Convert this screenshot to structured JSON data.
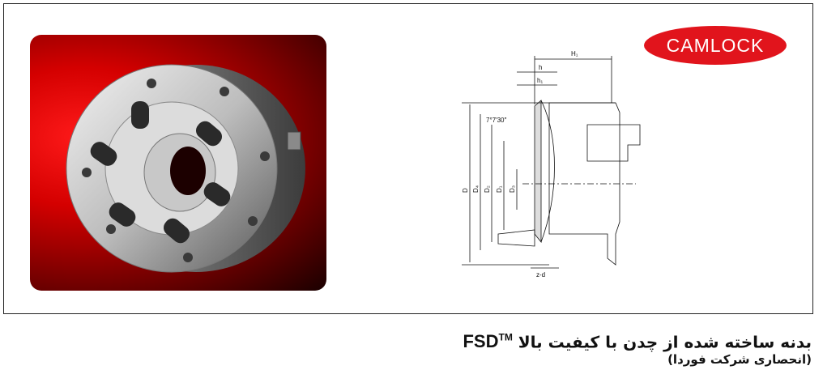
{
  "badge": {
    "label": "CAMLOCK",
    "color": "#e1141c"
  },
  "drawing": {
    "dimensions": {
      "H1": "H₁",
      "h": "h",
      "h1": "h₁",
      "angle": "7°7′30″",
      "D": "D",
      "D4": "D₄",
      "D2": "D₂",
      "D1": "D₁",
      "D3": "D₃",
      "zd": "z-d"
    }
  },
  "caption": {
    "line1_text": "بدنه ساخته شده از چدن با کیفیت بالا",
    "brand": "FSD",
    "trademark": "TM",
    "line2": "(انحصاری شرکت فوردا)"
  }
}
